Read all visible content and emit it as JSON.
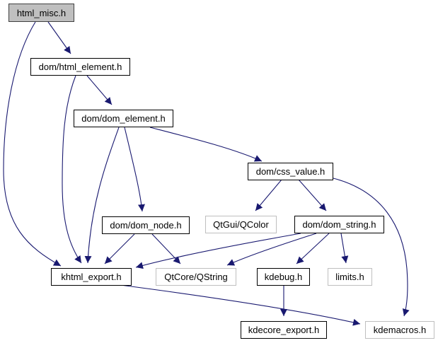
{
  "colors": {
    "edge": "#191970",
    "root_fill": "#bfbfbf",
    "external_border": "#bfbfbf",
    "local_border": "#000000"
  },
  "nodes": [
    {
      "id": "html_misc",
      "label": "html_misc.h",
      "kind": "root"
    },
    {
      "id": "html_element",
      "label": "dom/html_element.h",
      "kind": "local"
    },
    {
      "id": "dom_element",
      "label": "dom/dom_element.h",
      "kind": "local"
    },
    {
      "id": "css_value",
      "label": "dom/css_value.h",
      "kind": "local"
    },
    {
      "id": "dom_node",
      "label": "dom/dom_node.h",
      "kind": "local"
    },
    {
      "id": "qcolor",
      "label": "QtGui/QColor",
      "kind": "ext"
    },
    {
      "id": "dom_string",
      "label": "dom/dom_string.h",
      "kind": "local"
    },
    {
      "id": "khtml_export",
      "label": "khtml_export.h",
      "kind": "local"
    },
    {
      "id": "qstring",
      "label": "QtCore/QString",
      "kind": "ext"
    },
    {
      "id": "kdebug",
      "label": "kdebug.h",
      "kind": "local"
    },
    {
      "id": "limits",
      "label": "limits.h",
      "kind": "ext"
    },
    {
      "id": "kdecore_export",
      "label": "kdecore_export.h",
      "kind": "local"
    },
    {
      "id": "kdemacros",
      "label": "kdemacros.h",
      "kind": "ext"
    }
  ],
  "edges": [
    {
      "from": "html_misc",
      "to": "html_element"
    },
    {
      "from": "html_misc",
      "to": "khtml_export"
    },
    {
      "from": "html_element",
      "to": "dom_element"
    },
    {
      "from": "html_element",
      "to": "khtml_export"
    },
    {
      "from": "dom_element",
      "to": "khtml_export"
    },
    {
      "from": "dom_element",
      "to": "dom_node"
    },
    {
      "from": "dom_element",
      "to": "css_value"
    },
    {
      "from": "css_value",
      "to": "qcolor"
    },
    {
      "from": "css_value",
      "to": "dom_string"
    },
    {
      "from": "css_value",
      "to": "kdemacros"
    },
    {
      "from": "dom_node",
      "to": "khtml_export"
    },
    {
      "from": "dom_node",
      "to": "qstring"
    },
    {
      "from": "dom_string",
      "to": "khtml_export"
    },
    {
      "from": "dom_string",
      "to": "qstring"
    },
    {
      "from": "dom_string",
      "to": "kdebug"
    },
    {
      "from": "dom_string",
      "to": "limits"
    },
    {
      "from": "khtml_export",
      "to": "kdemacros"
    },
    {
      "from": "kdebug",
      "to": "kdecore_export"
    }
  ]
}
